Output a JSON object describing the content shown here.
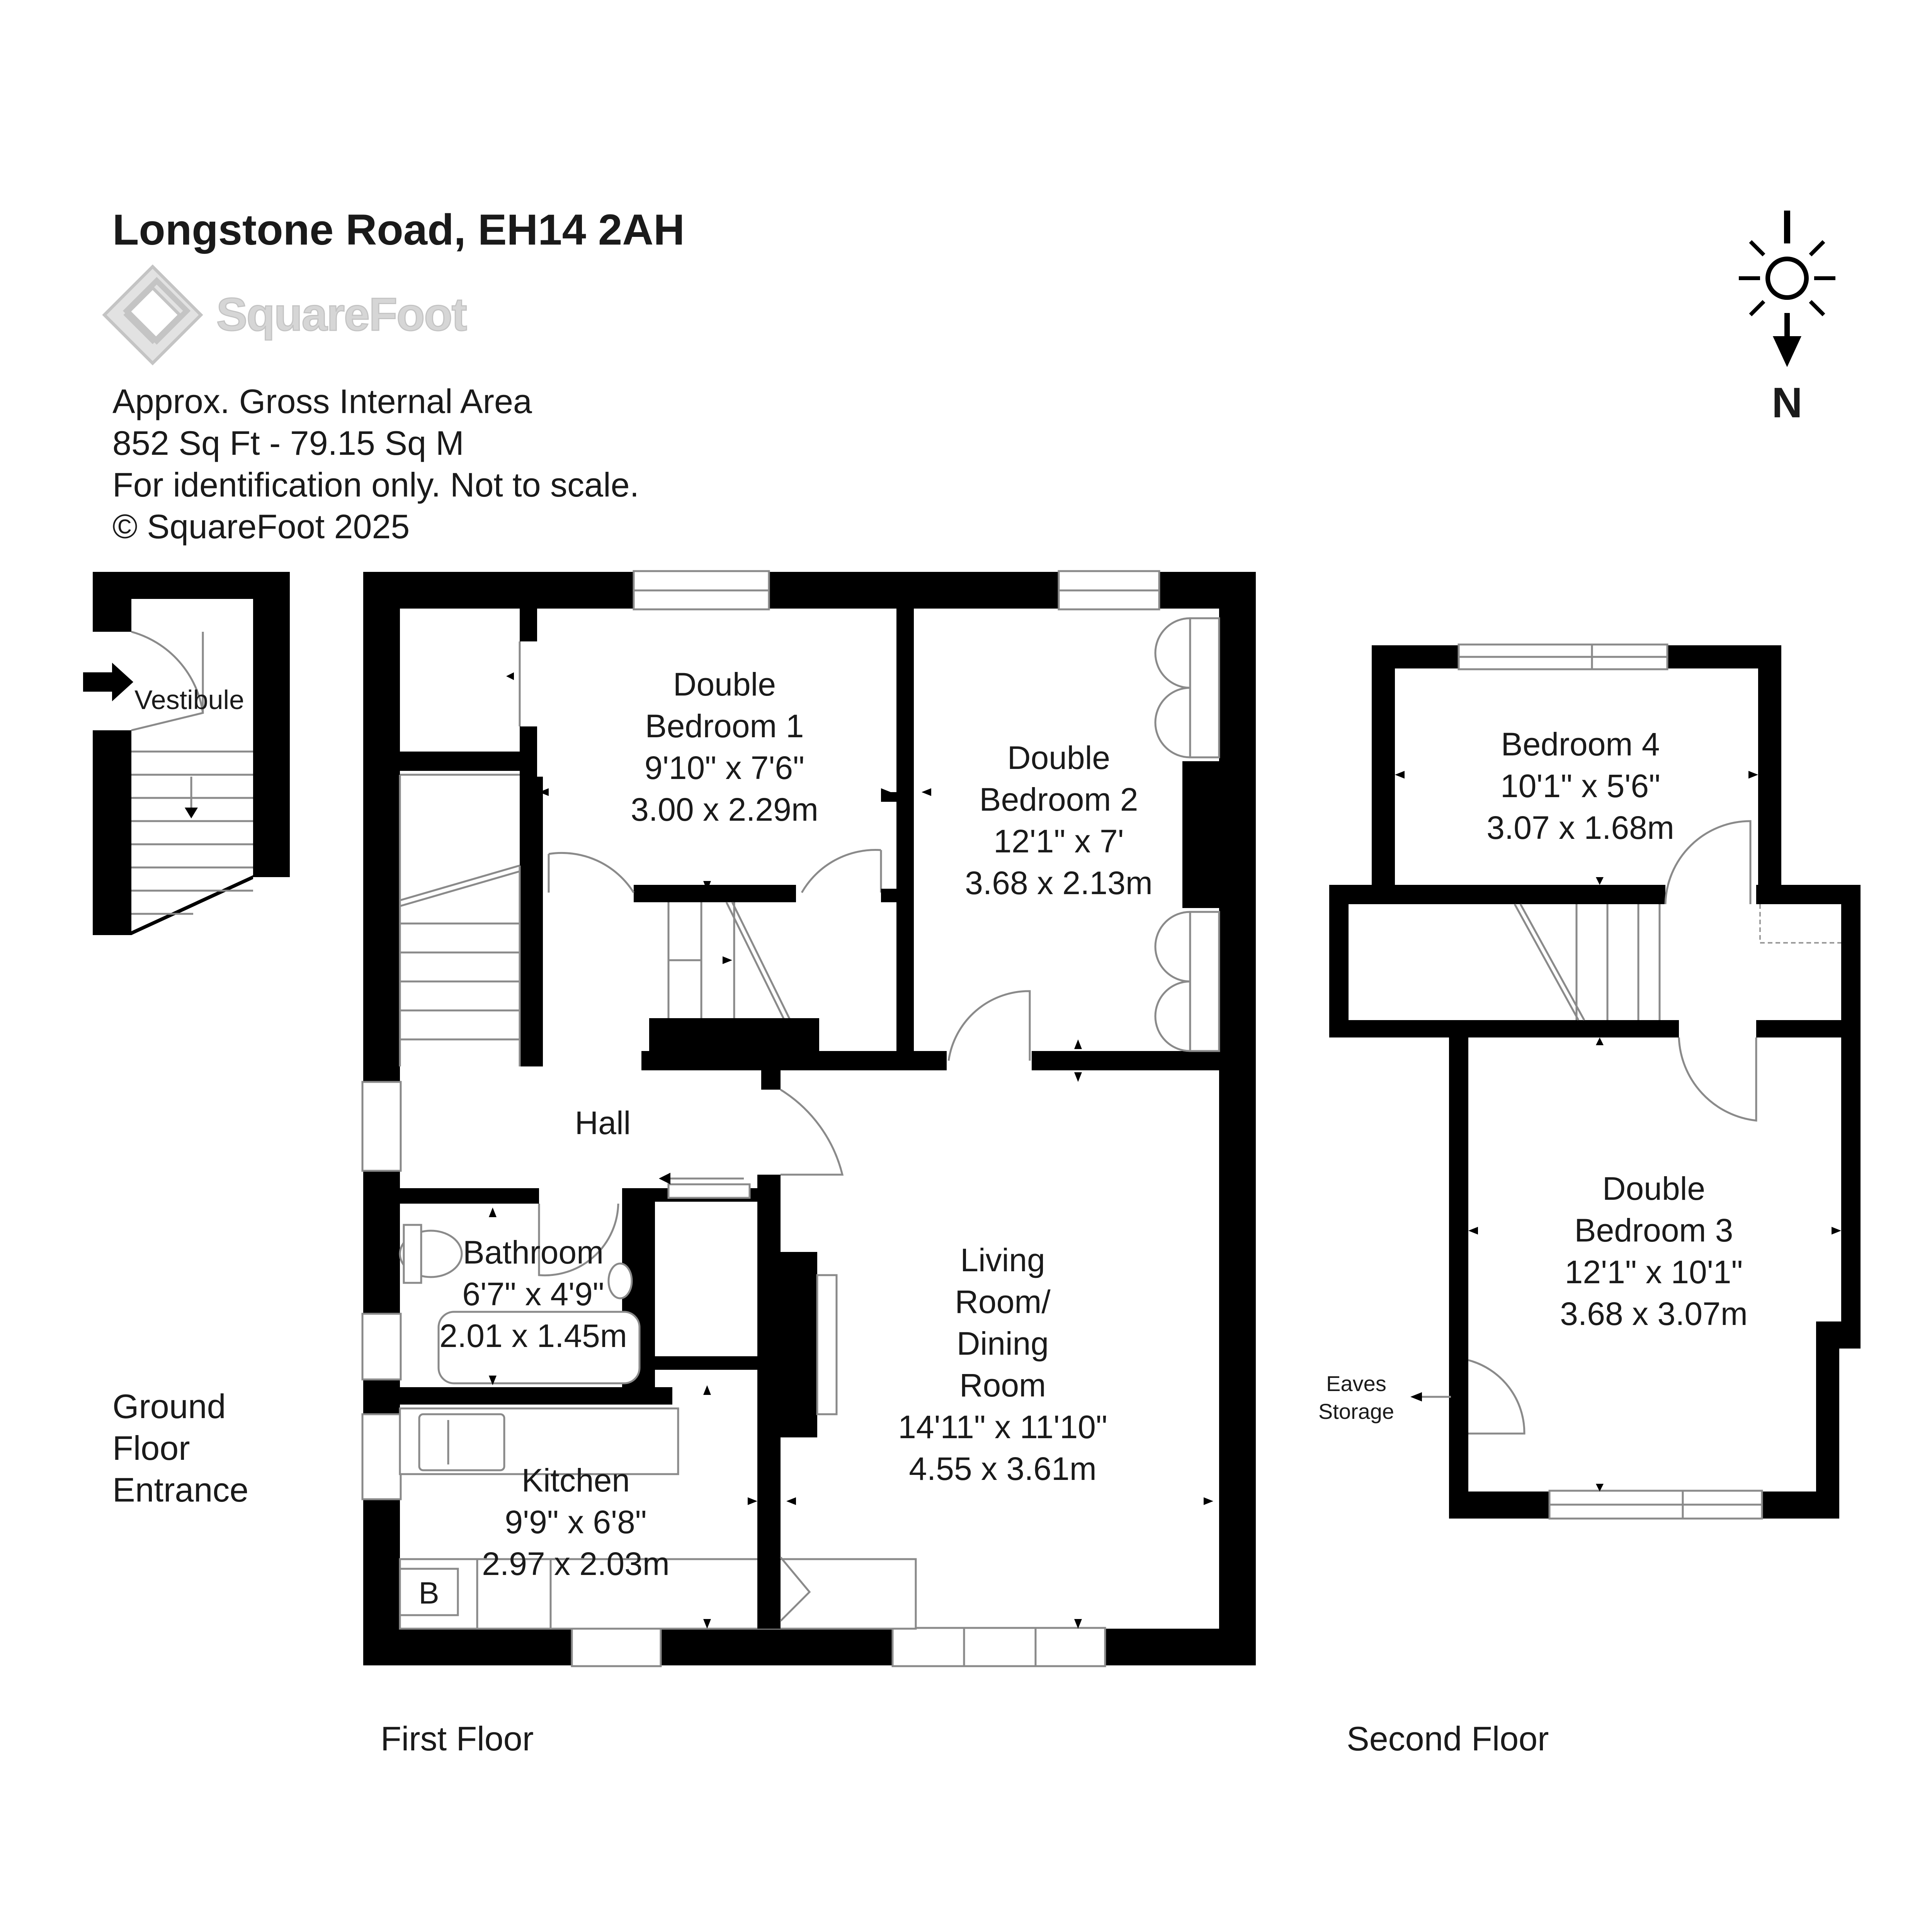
{
  "header": {
    "title": "Longstone Road, EH14 2AH",
    "brand": "SquareFoot",
    "area_label": "Approx. Gross Internal Area",
    "area_value": "852 Sq Ft  -  79.15 Sq M",
    "disclaimer": "For identification only. Not to scale.",
    "copyright": "© SquareFoot 2025"
  },
  "compass": {
    "label": "N"
  },
  "floors": {
    "ground": {
      "label_lines": [
        "Ground",
        "Floor",
        "Entrance"
      ]
    },
    "first": {
      "label": "First Floor"
    },
    "second": {
      "label": "Second Floor"
    }
  },
  "rooms": {
    "vestibule": {
      "name": "Vestibule"
    },
    "bed1": {
      "name_lines": [
        "Double",
        "Bedroom 1"
      ],
      "imperial": "9'10\" x 7'6\"",
      "metric": "3.00 x 2.29m"
    },
    "bed2": {
      "name_lines": [
        "Double",
        "Bedroom 2"
      ],
      "imperial": "12'1\" x 7'",
      "metric": "3.68 x 2.13m"
    },
    "hall": {
      "name": "Hall"
    },
    "bathroom": {
      "name": "Bathroom",
      "imperial": "6'7\" x 4'9\"",
      "metric": "2.01 x 1.45m"
    },
    "kitchen": {
      "name": "Kitchen",
      "imperial": "9'9\" x 6'8\"",
      "metric": "2.97 x 2.03m",
      "boiler": "B"
    },
    "living": {
      "name_lines": [
        "Living",
        "Room/",
        "Dining",
        "Room"
      ],
      "imperial": "14'11\" x 11'10\"",
      "metric": "4.55 x 3.61m"
    },
    "bed4": {
      "name": "Bedroom 4",
      "imperial": "10'1\" x 5'6\"",
      "metric": "3.07 x 1.68m"
    },
    "bed3": {
      "name_lines": [
        "Double",
        "Bedroom 3"
      ],
      "imperial": "12'1\" x 10'1\"",
      "metric": "3.68 x 3.07m"
    },
    "eaves": {
      "name_lines": [
        "Eaves",
        "Storage"
      ]
    }
  },
  "icons": [
    "squarefoot-logo-icon",
    "sun-compass-icon",
    "entrance-arrow-icon"
  ]
}
